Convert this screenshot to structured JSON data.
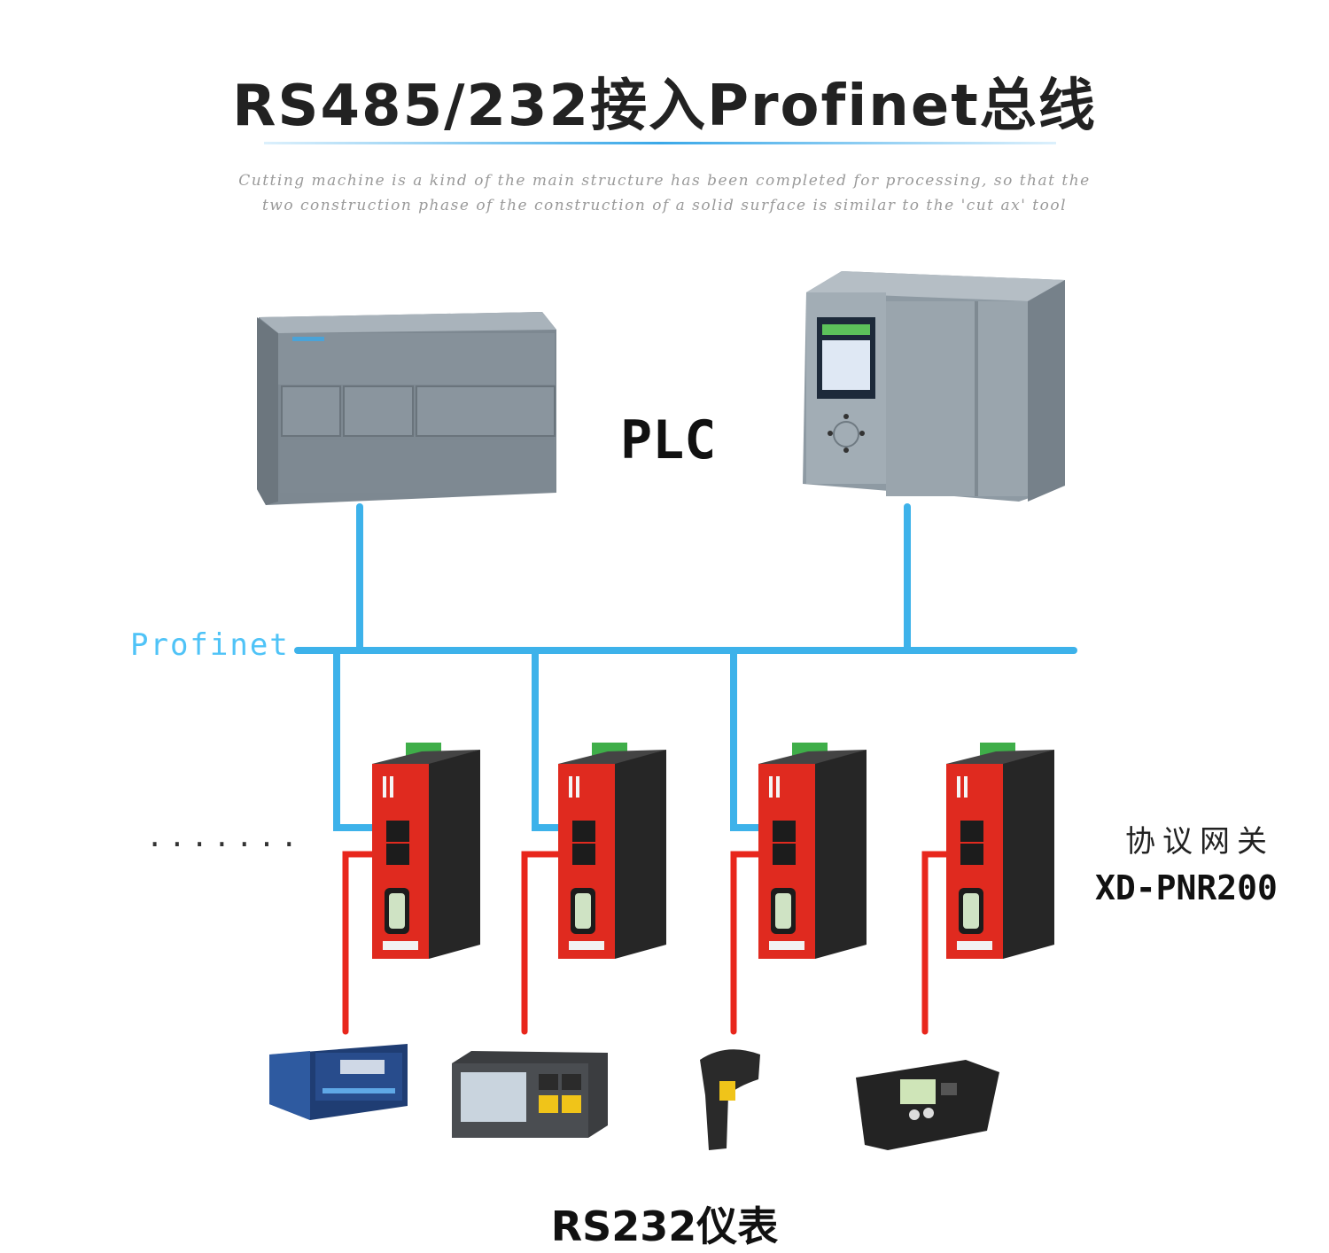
{
  "title": "RS485/232接入Profinet总线",
  "subtitle": "Cutting machine is a kind of the main structure has been completed for processing, so that the two construction phase of the construction of a solid surface is similar to the 'cut ax' tool",
  "plc_label": "PLC",
  "bus_label": "Profinet",
  "ellipsis": ".......",
  "gateway": {
    "label": "协议网关",
    "model": "XD-PNR200"
  },
  "instruments_label": "RS232仪表",
  "colors": {
    "profinet_line": "#3db2ea",
    "serial_line": "#e8261c",
    "gateway_red": "#e02a1f",
    "gateway_black": "#262626"
  },
  "icons": [
    "plc-compact-icon",
    "plc-cpu-icon",
    "gateway-device-icon",
    "panel-meter-icon",
    "controller-meter-icon",
    "barcode-scanner-icon",
    "handheld-controller-icon"
  ]
}
